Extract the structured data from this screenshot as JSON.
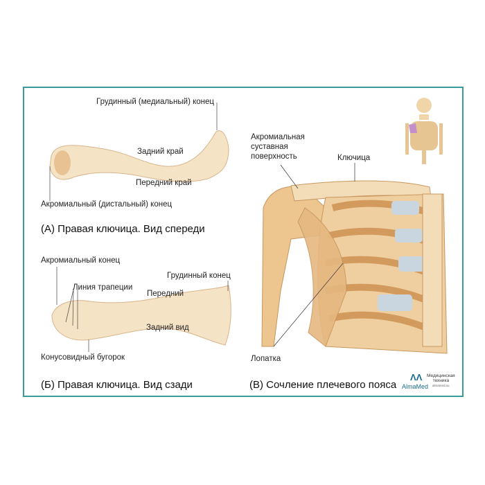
{
  "panel_a": {
    "labels": {
      "sternal_end": "Грудинный (медиальный) конец",
      "posterior_border": "Задний край",
      "anterior_border": "Передний край",
      "acromial_end": "Акромиальный (дистальный) конец"
    },
    "caption": "(А) Правая ключица. Вид спереди"
  },
  "panel_b": {
    "labels": {
      "acromial_end": "Акромиальный конец",
      "trapezoid_line": "Линия трапеции",
      "sternal_end": "Грудинный конец",
      "anterior": "Передний",
      "posterior_view": "Задний вид",
      "conoid_tubercle": "Конусовидный бугорок"
    },
    "caption": "(Б) Правая ключица. Вид сзади"
  },
  "panel_c": {
    "labels": {
      "acromial_surface_1": "Акромиальная",
      "acromial_surface_2": "суставная",
      "acromial_surface_3": "поверхность",
      "clavicle": "Ключица",
      "scapula": "Лопатка"
    },
    "caption": "(В) Сочление плечевого пояса"
  },
  "logo": {
    "brand": "AlmaMed",
    "tagline_1": "Медицинская",
    "tagline_2": "техника",
    "site": "almamed.su"
  },
  "colors": {
    "frame": "#3a9c98",
    "bone": "#f3dcb8",
    "bone_shade": "#e0b07a",
    "cartilage": "#c9d6e0"
  }
}
